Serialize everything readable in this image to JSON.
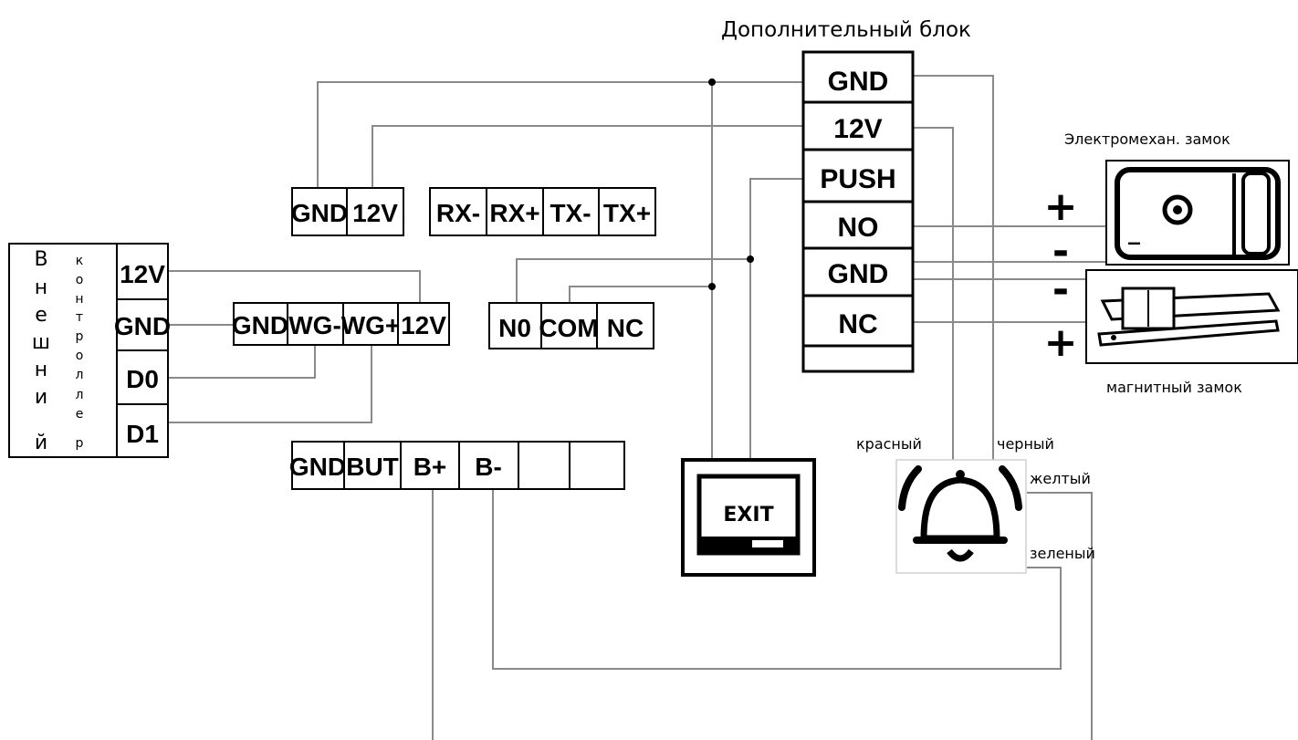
{
  "aux_block": {
    "title": "Дополнительный блок",
    "terminals": [
      "GND",
      "12V",
      "PUSH",
      "NO",
      "GND",
      "NC",
      ""
    ]
  },
  "power_terminals": [
    "GND",
    "12V"
  ],
  "rs485_terminals": [
    "RX-",
    "RX+",
    "TX-",
    "TX+"
  ],
  "wiegand_terminals": [
    "GND",
    "WG-",
    "WG+",
    "12V"
  ],
  "relay_terminals": [
    "N0",
    "COM",
    "NC"
  ],
  "button_terminals": [
    "GND",
    "BUT",
    "B+",
    "B-",
    "",
    ""
  ],
  "external_controller": {
    "label_big": [
      "В",
      "н",
      "е",
      "ш",
      "н",
      "и",
      "й"
    ],
    "label_small": [
      "к",
      "о",
      "н",
      "т",
      "р",
      "о",
      "л",
      "л",
      "е",
      "р"
    ],
    "terminals": [
      "12V",
      "GND",
      "D0",
      "D1"
    ]
  },
  "locks": {
    "electromech_label": "Электромехан. замок",
    "magnetic_label": "магнитный замок",
    "electromech_signs": [
      "+",
      "-"
    ],
    "magnetic_signs": [
      "-",
      "+"
    ],
    "electromech_minus_mark": "_"
  },
  "exit_button": {
    "label": "EXIT"
  },
  "bell": {
    "wire_labels": {
      "red": "красный",
      "black": "черный",
      "yellow": "желтый",
      "green": "зеленый"
    }
  },
  "colors": {
    "wire": "#8a8a8a",
    "line": "#000000",
    "background": "#ffffff"
  }
}
